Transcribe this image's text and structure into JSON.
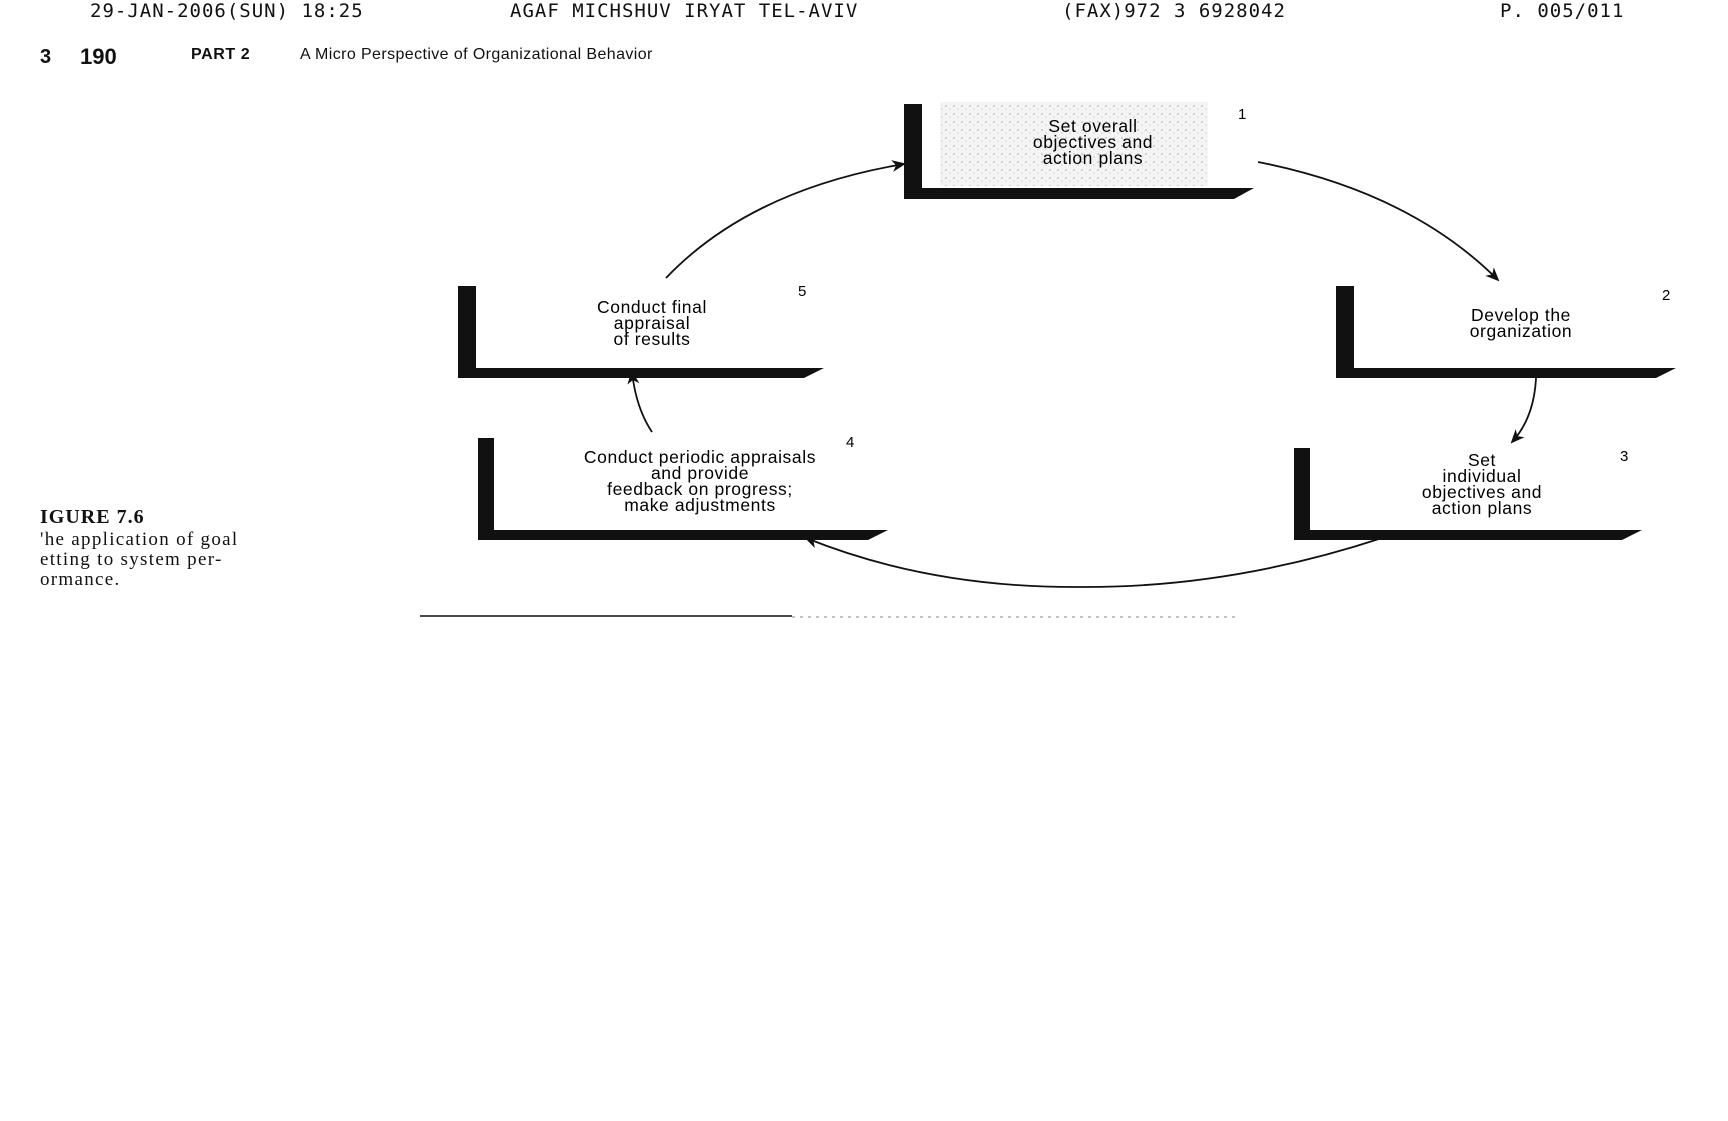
{
  "fax_header": {
    "datetime": "29-JAN-2006(SUN) 18:25",
    "sender": "AGAF MICHSHUV IRYAT TEL-AVIV",
    "fax": "(FAX)972 3 6928042",
    "page": "P. 005/011"
  },
  "page_header": {
    "corner_mark": "3",
    "page_number": "190",
    "part": "PART 2",
    "title": "A Micro Perspective of Organizational Behavior"
  },
  "figure": {
    "caption_title": "IGURE 7.6",
    "caption_lines": [
      "'he application of goal",
      "etting to system per-",
      "ormance."
    ],
    "steps": [
      {
        "number": "1",
        "lines": [
          "Set overall",
          "objectives and",
          "action plans"
        ]
      },
      {
        "number": "2",
        "lines": [
          "Develop the",
          "organization"
        ]
      },
      {
        "number": "3",
        "lines": [
          "Set",
          "individual",
          "objectives and",
          "action plans"
        ]
      },
      {
        "number": "4",
        "lines": [
          "Conduct periodic appraisals",
          "and provide",
          "feedback on progress;",
          "make adjustments"
        ]
      },
      {
        "number": "5",
        "lines": [
          "Conduct final",
          "appraisal",
          "of results"
        ]
      }
    ]
  }
}
